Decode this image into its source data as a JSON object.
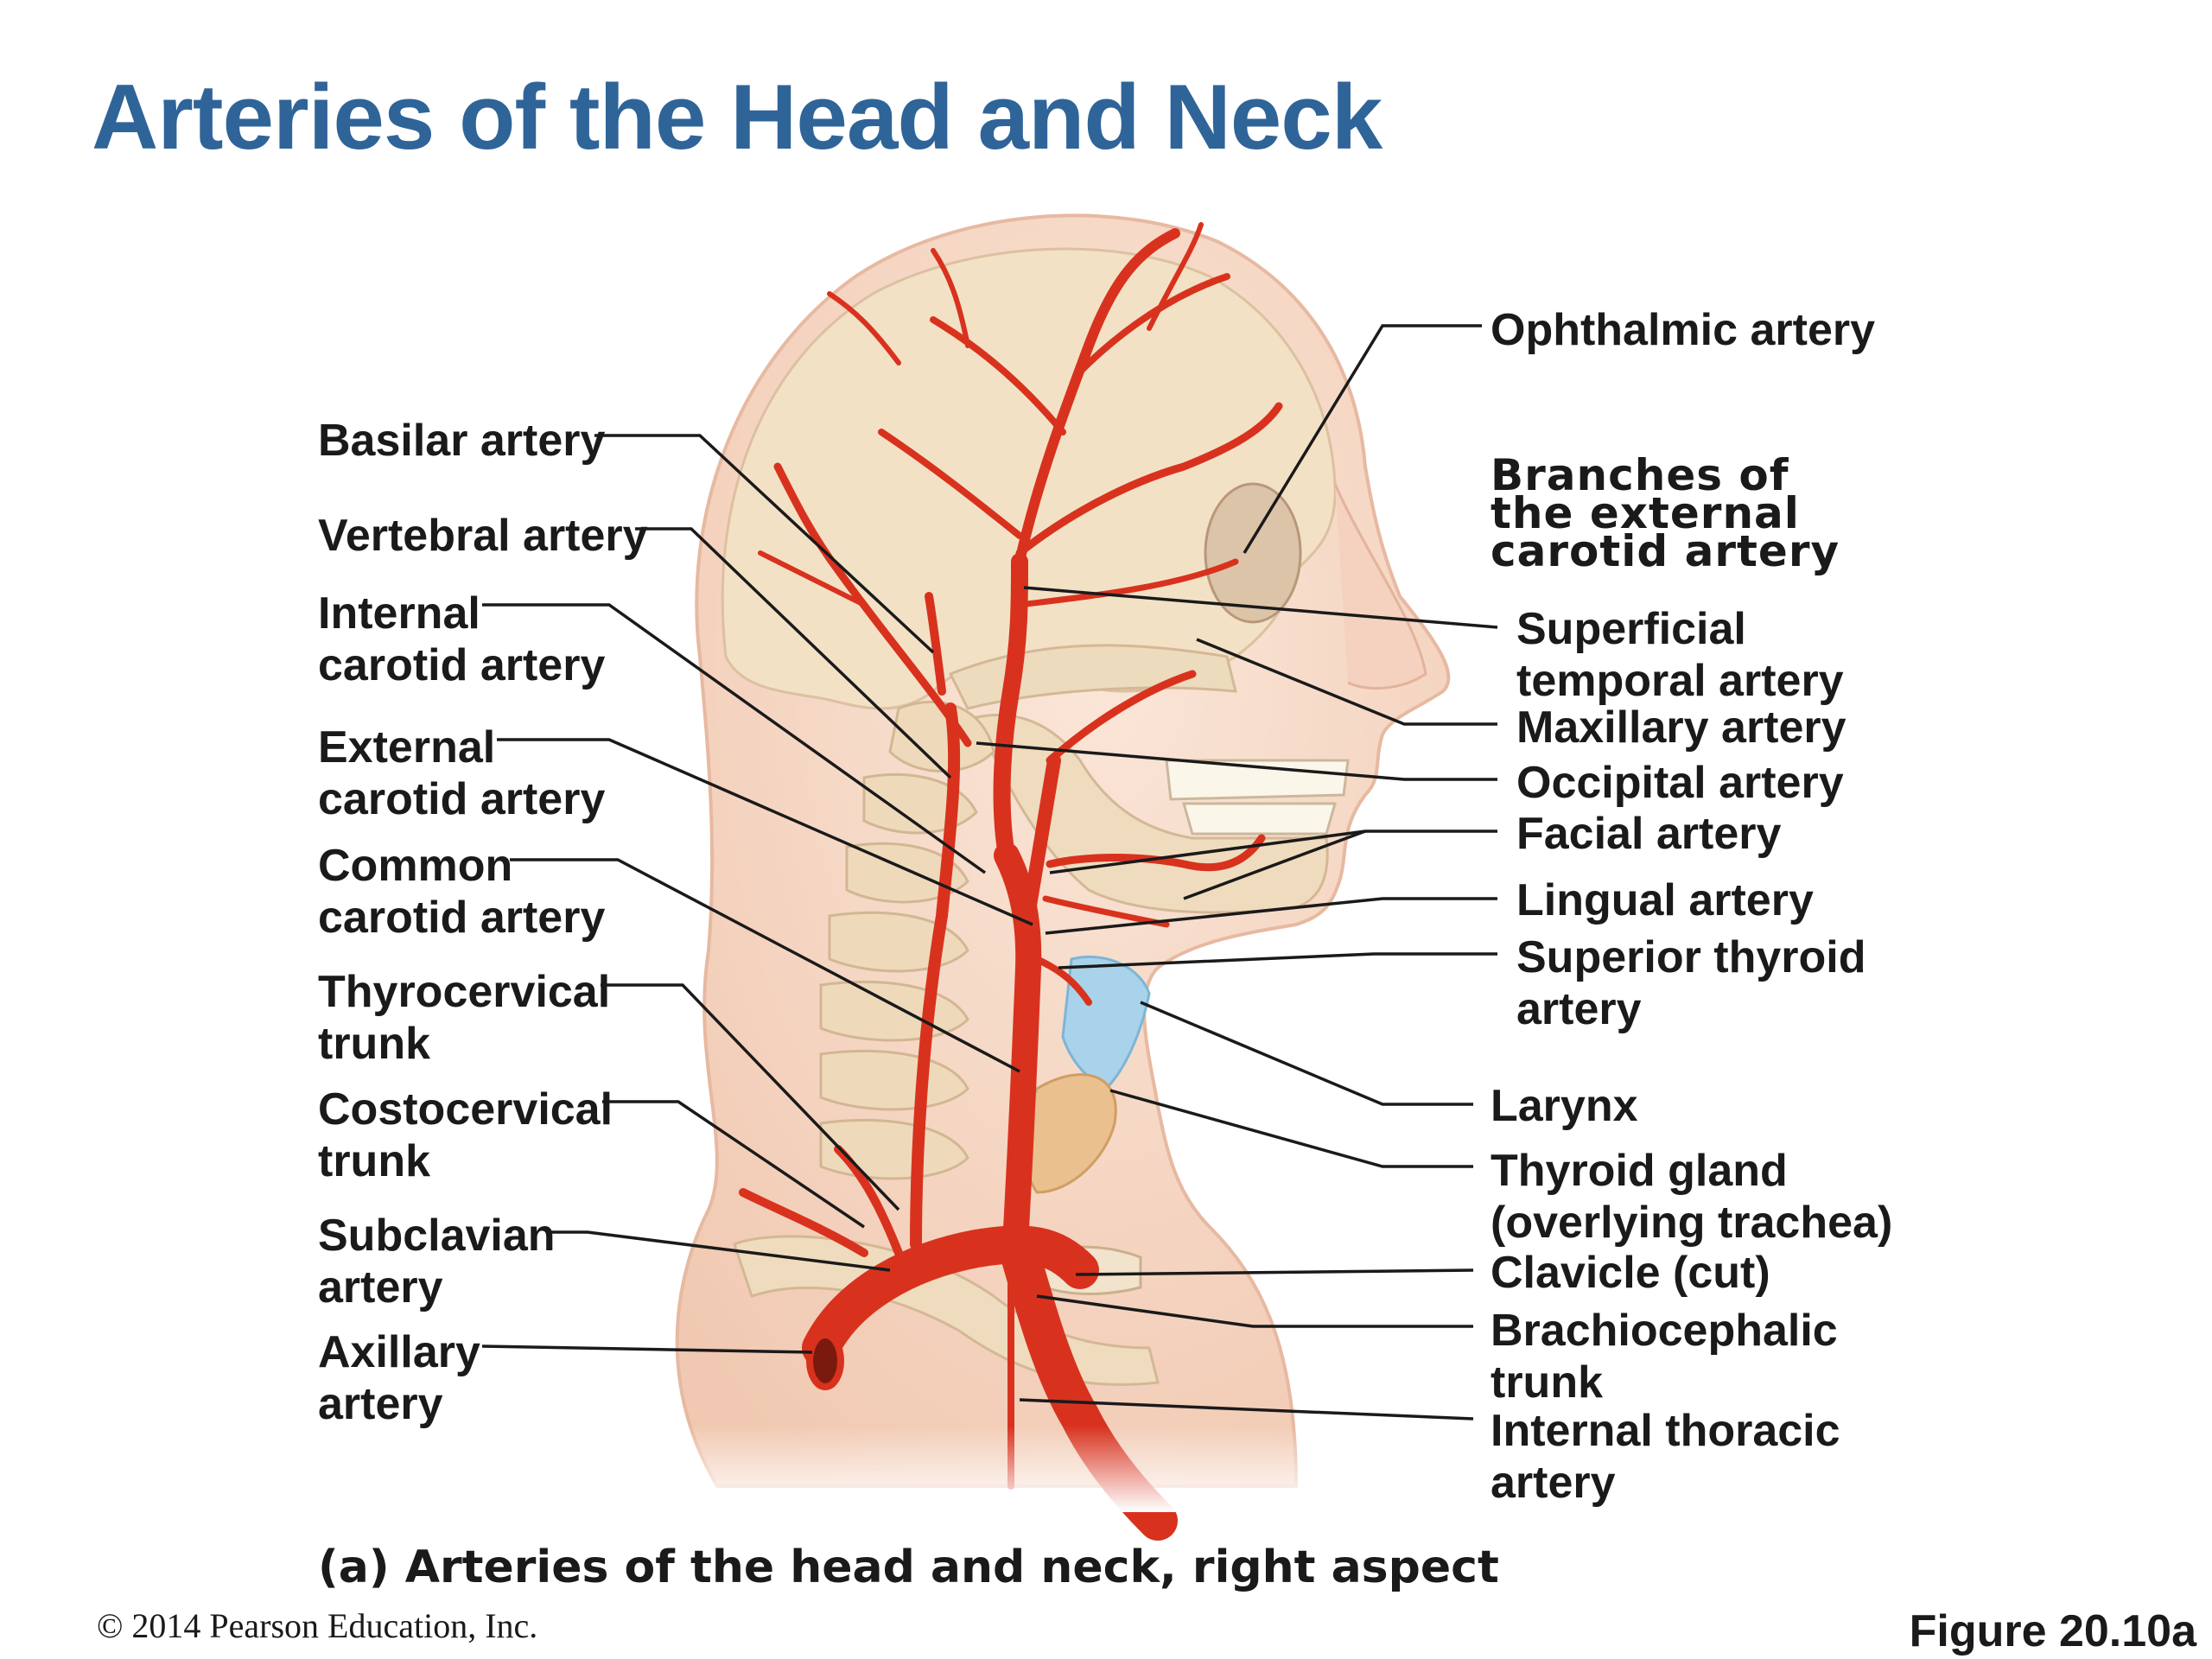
{
  "title": "Arteries of the Head and Neck",
  "left_labels": {
    "basilar": [
      "Basilar artery"
    ],
    "vertebral": [
      "Vertebral artery"
    ],
    "internal_carotid": [
      "Internal",
      "carotid artery"
    ],
    "external_carotid": [
      "External",
      "carotid artery"
    ],
    "common_carotid": [
      "Common",
      "carotid artery"
    ],
    "thyrocervical": [
      "Thyrocervical",
      "trunk"
    ],
    "costocervical": [
      "Costocervical",
      "trunk"
    ],
    "subclavian": [
      "Subclavian",
      "artery"
    ],
    "axillary": [
      "Axillary",
      "artery"
    ]
  },
  "right_labels": {
    "ophthalmic": [
      "Ophthalmic artery"
    ],
    "branches_heading": [
      "Branches of",
      "the external",
      "carotid artery"
    ],
    "superficial_temporal": [
      "Superficial",
      "temporal artery"
    ],
    "maxillary": [
      "Maxillary artery"
    ],
    "occipital": [
      "Occipital artery"
    ],
    "facial": [
      "Facial artery"
    ],
    "lingual": [
      "Lingual artery"
    ],
    "superior_thyroid": [
      "Superior thyroid",
      "artery"
    ],
    "larynx": [
      "Larynx"
    ],
    "thyroid_gland": [
      "Thyroid gland",
      "(overlying trachea)"
    ],
    "clavicle": [
      "Clavicle (cut)"
    ],
    "brachiocephalic": [
      "Brachiocephalic",
      "trunk"
    ],
    "internal_thoracic": [
      "Internal thoracic",
      "artery"
    ]
  },
  "caption": "(a) Arteries of the head and neck, right aspect",
  "copyright": "© 2014 Pearson Education, Inc.",
  "figure_number": "Figure 20.10a",
  "colors": {
    "title": "#2f6499",
    "artery": "#d8321e",
    "skin": "#f6d7c4",
    "bone": "#f0dcbc",
    "larynx": "#a9d3ea",
    "thyroid": "#e9c08e",
    "leader_line": "#1a1a1a"
  }
}
